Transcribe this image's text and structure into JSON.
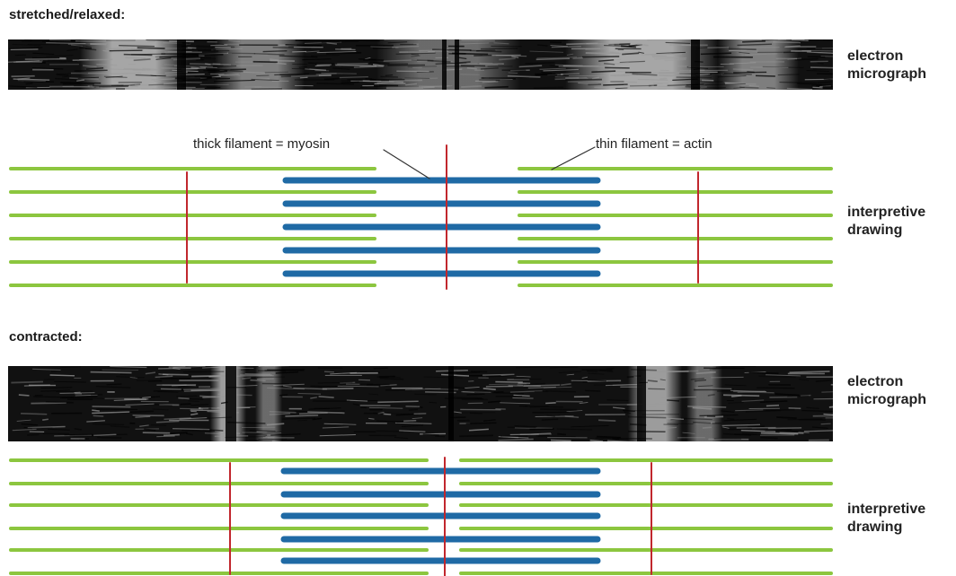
{
  "panels": {
    "relaxed": {
      "heading": "stretched/relaxed:",
      "micrograph_label": [
        "electron",
        "micrograph"
      ],
      "drawing_label": [
        "interpretive",
        "drawing"
      ],
      "callouts": {
        "thick": "thick filament = myosin",
        "thin": "thin filament = actin"
      }
    },
    "contracted": {
      "heading": "contracted:",
      "micrograph_label": [
        "electron",
        "micrograph"
      ],
      "drawing_label": [
        "interpretive",
        "drawing"
      ]
    }
  },
  "colors": {
    "actin": "#8cc63f",
    "myosin": "#1f6aa5",
    "z_line": "#c1272d",
    "micrograph_dark": "#111111",
    "micrograph_light": "#d8d8d8"
  }
}
